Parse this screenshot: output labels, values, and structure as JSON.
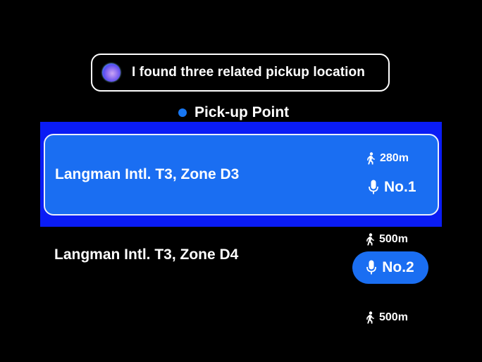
{
  "assistant": {
    "icon": "assistant-orb-icon",
    "message": "I found three related pickup location"
  },
  "section": {
    "title": "Pick-up Point",
    "accent_color": "#1877f2"
  },
  "locations": [
    {
      "name": "Langman Intl. T3, Zone D3",
      "distance": "280m",
      "rank": "No.1",
      "selected": true
    },
    {
      "name": "Langman Intl. T3, Zone D4",
      "distance": "500m",
      "rank": "No.2",
      "selected": false
    },
    {
      "name": "",
      "distance": "500m",
      "rank": "",
      "selected": false
    }
  ],
  "colors": {
    "card_fill": "#1a6ef2",
    "highlight": "#0a1cf5",
    "background": "#000000"
  }
}
